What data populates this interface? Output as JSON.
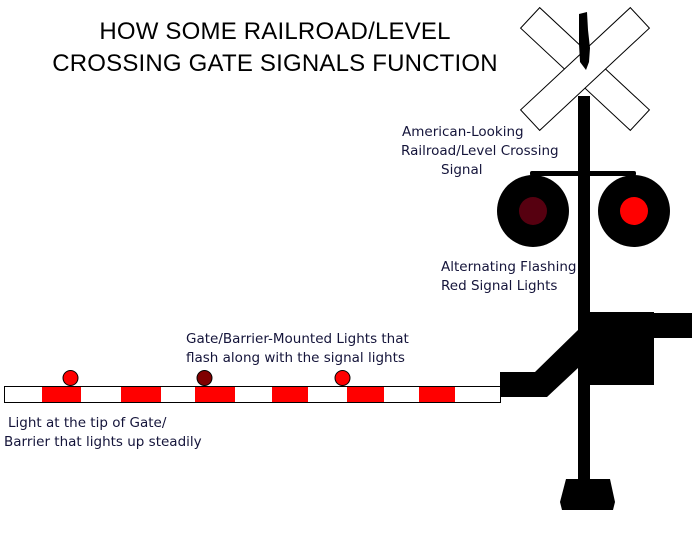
{
  "title": {
    "line1": "HOW SOME RAILROAD/LEVEL",
    "line2": "CROSSING  GATE SIGNALS FUNCTION"
  },
  "labels": {
    "signal": [
      "American-Looking",
      "Railroad/Level Crossing",
      "Signal"
    ],
    "flashing": [
      "Alternating Flashing",
      "Red Signal Lights"
    ],
    "gate_lights": [
      "Gate/Barrier-Mounted Lights that",
      "flash along with the signal lights"
    ],
    "tip_light": [
      "Light at the tip of Gate/",
      "Barrier that lights up steadily"
    ]
  },
  "colors": {
    "red_on": "#ff0000",
    "red_off_signal": "#560010",
    "red_off_gate": "#800000",
    "body": "#000000"
  }
}
